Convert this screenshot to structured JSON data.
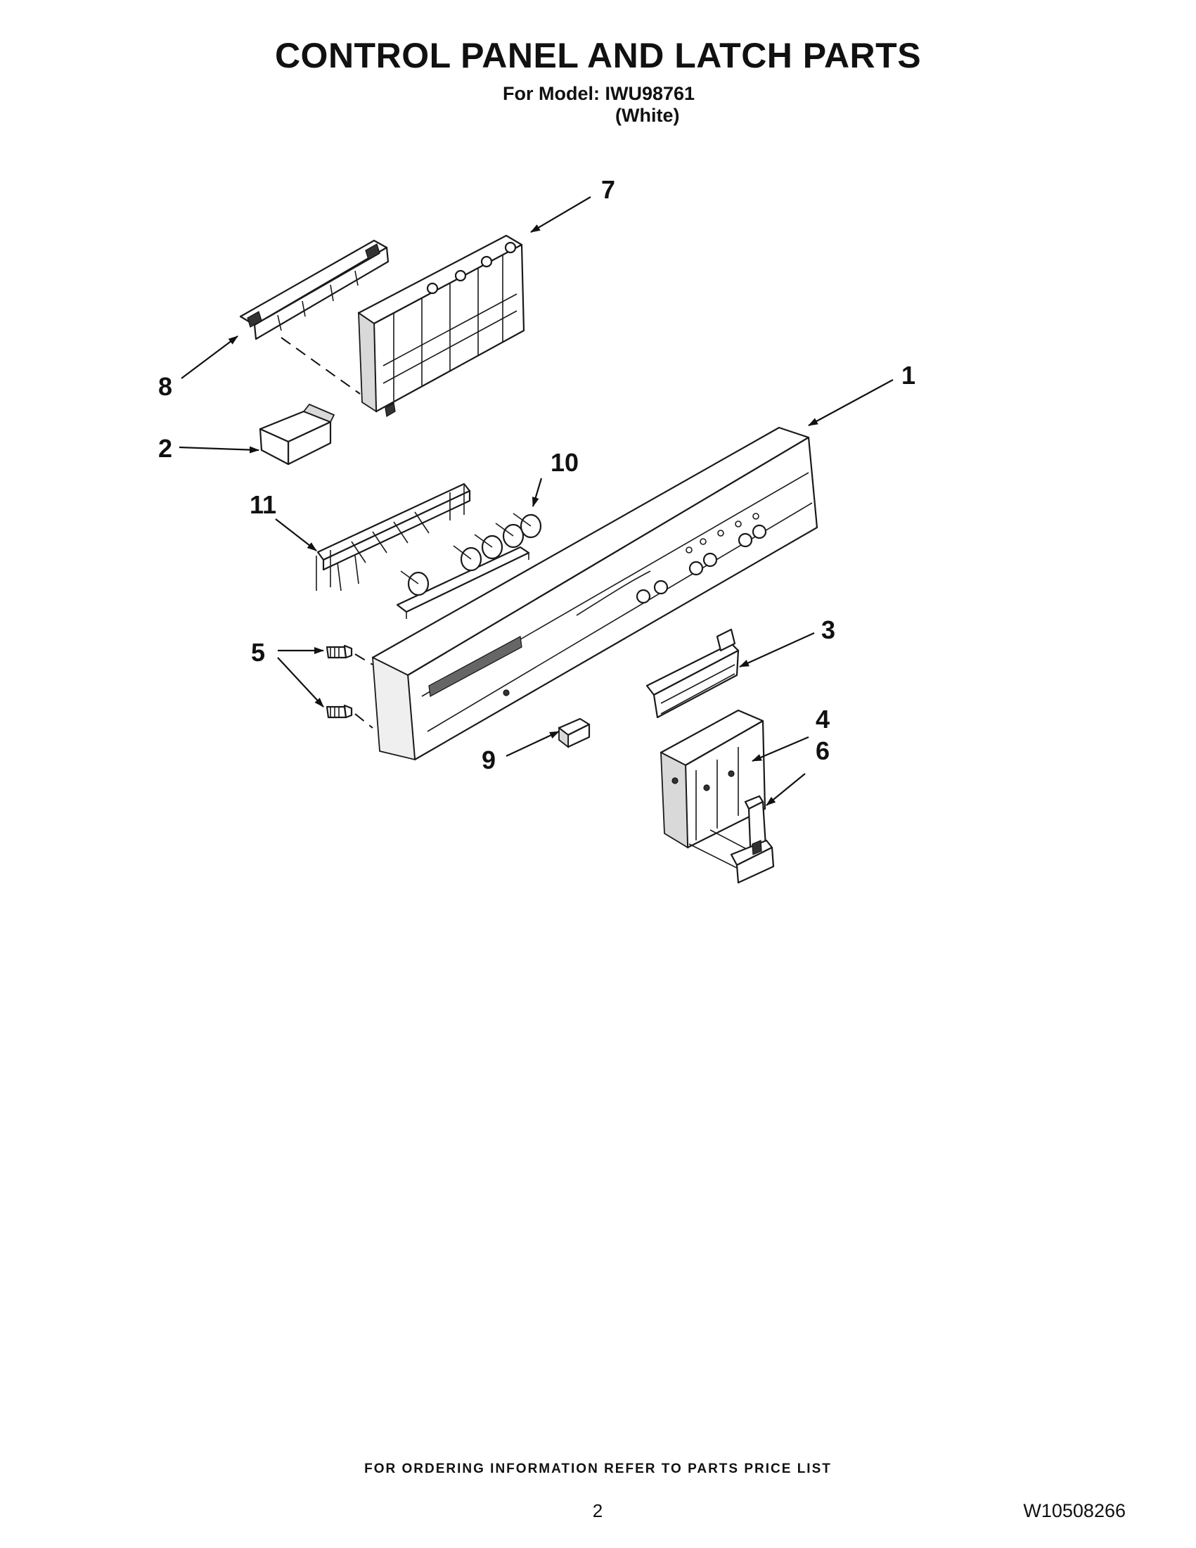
{
  "header": {
    "title": "CONTROL PANEL AND LATCH PARTS",
    "model_line": "For Model: IWU98761",
    "variant": "(White)"
  },
  "callouts": {
    "c1": "1",
    "c2": "2",
    "c3": "3",
    "c4": "4",
    "c5": "5",
    "c6": "6",
    "c7": "7",
    "c8": "8",
    "c9": "9",
    "c10": "10",
    "c11": "11"
  },
  "footer": {
    "ordering_note": "FOR ORDERING INFORMATION REFER TO PARTS PRICE LIST",
    "page_number": "2",
    "document_number": "W10508266"
  }
}
